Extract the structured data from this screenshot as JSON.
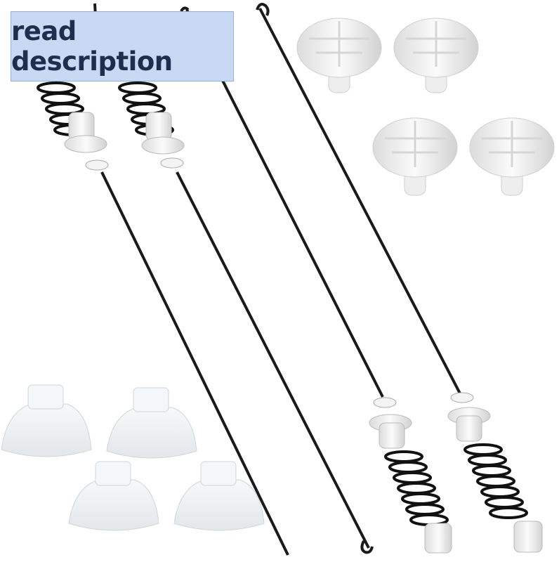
{
  "banner": {
    "text": "read description"
  },
  "colors": {
    "background": "#ffffff",
    "rod": "#1a1a1a",
    "spring": "#111111",
    "plastic_white": "#f2f2f2",
    "clear_plastic": "#eef1f3",
    "banner_bg": "#c7d9f3",
    "banner_text": "#1c2f4d"
  },
  "parts": {
    "suspension_rods": 4,
    "ball_cups": 4,
    "pivot_domes": 4
  }
}
